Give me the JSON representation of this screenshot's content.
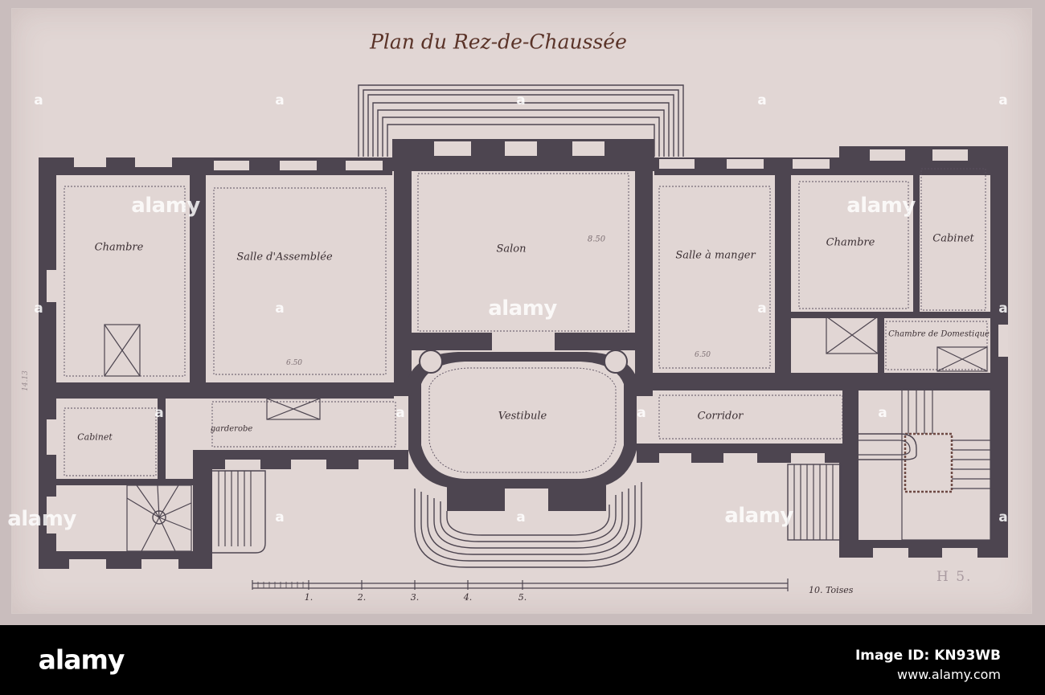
{
  "drawing": {
    "title": "Plan du Rez-de-Chaussée",
    "rooms": {
      "chambre_left": "Chambre",
      "salle_assemblee": "Salle d'Assemblée",
      "salon": "Salon",
      "salle_a_manger": "Salle à manger",
      "chambre_right": "Chambre",
      "cabinet_right": "Cabinet",
      "chambre_domestique": "Chambre de Domestique",
      "cabinet_left": "Cabinet",
      "garderobe": "garderobe",
      "vestibule": "Vestibule",
      "corridor": "Corridor"
    },
    "annotations": {
      "salon_dim": "8.50",
      "assemblee_dim": "6.50",
      "manger_dim": "6.50",
      "margin_left": "14.13"
    },
    "scale": {
      "numbers": [
        "1.",
        "2.",
        "3.",
        "4.",
        "5."
      ],
      "end_label": "10. Toises"
    },
    "inventory_mark": "H 5."
  },
  "watermark": {
    "text": "alamy",
    "dot": "a"
  },
  "footer": {
    "logo": "alamy",
    "image_id": "Image ID: KN93WB",
    "url": "www.alamy.com"
  }
}
